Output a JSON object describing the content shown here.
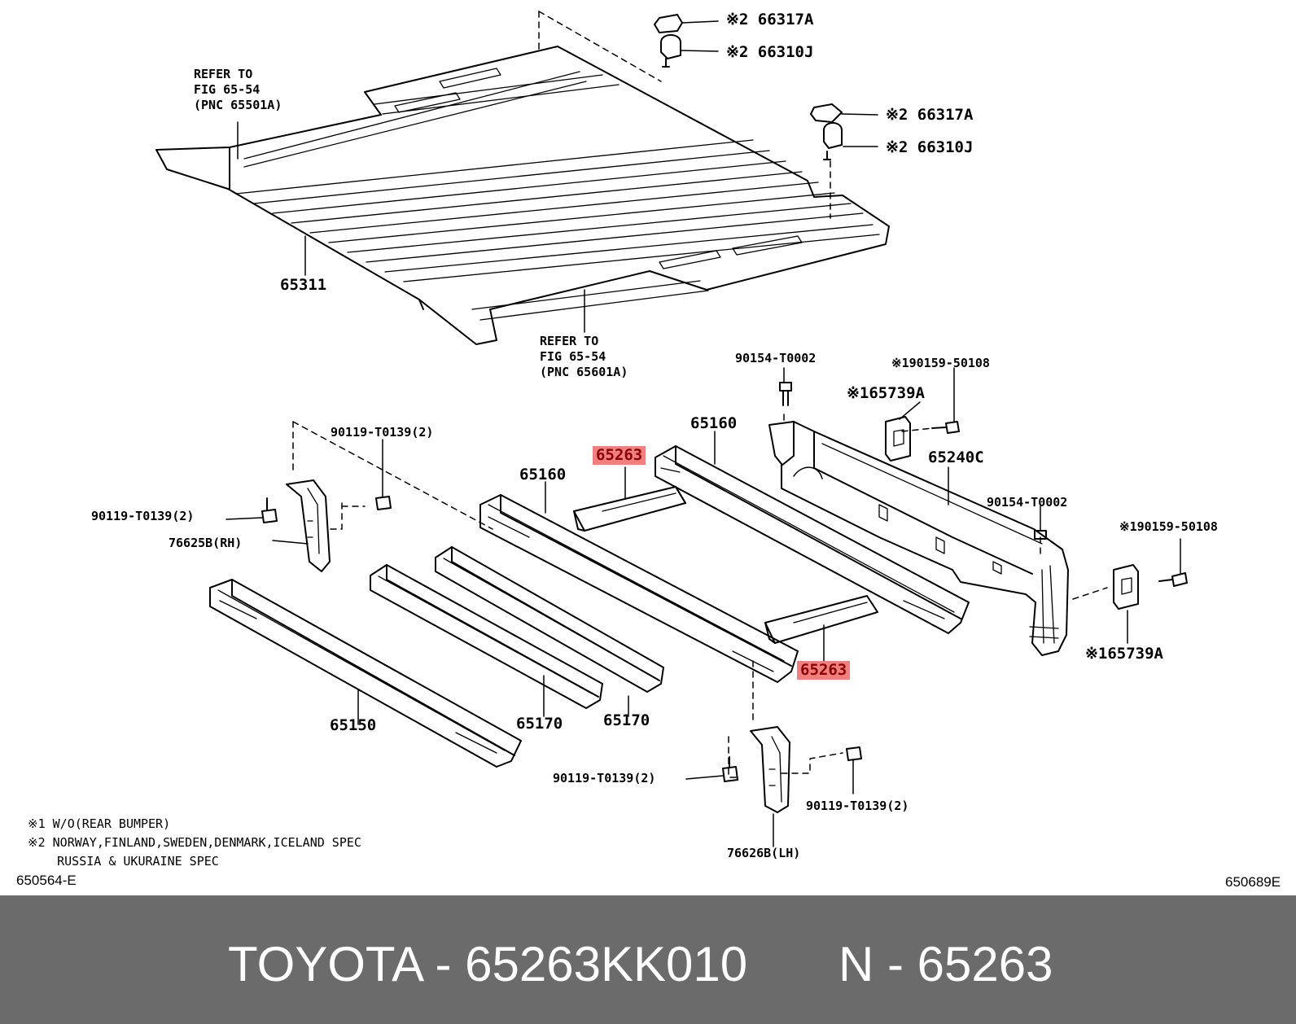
{
  "labels": {
    "p66317A_top": "※2 66317A",
    "p66310J_top": "※2 66310J",
    "p66317A_mid": "※2 66317A",
    "p66310J_mid": "※2 66310J",
    "p65311": "65311",
    "refer_top": "REFER TO\nFIG 65-54\n(PNC 65501A)",
    "refer_bottom": "REFER TO\nFIG 65-54\n(PNC 65601A)",
    "p90154_top": "90154-T0002",
    "p190159_top": "※190159-50108",
    "p165739A_top": "※165739A",
    "p65160_right": "65160",
    "p65240C": "65240C",
    "p90154_mid": "90154-T0002",
    "p190159_right": "※190159-50108",
    "p165739A_bottom": "※165739A",
    "p65263_top": "65263",
    "p65263_bottom": "65263",
    "p65160_left": "65160",
    "p90119_top": "90119-T0139(2)",
    "p90119_left": "90119-T0139(2)",
    "p76625B": "76625B(RH)",
    "p65150": "65150",
    "p65170_a": "65170",
    "p65170_b": "65170",
    "p90119_bottom_left": "90119-T0139(2)",
    "p90119_bottom_right": "90119-T0139(2)",
    "p76626B": "76626B(LH)"
  },
  "notes": {
    "note1": "※1 W/O(REAR BUMPER)",
    "note2": "※2 NORWAY,FINLAND,SWEDEN,DENMARK,ICELAND SPEC",
    "note3": "    RUSSIA & UKURAINE SPEC"
  },
  "codes": {
    "left": "650564-E",
    "right": "650689E"
  },
  "footer": {
    "part": "TOYOTA - 65263KK010",
    "pnc": "N - 65263"
  },
  "colors": {
    "highlight": "#f08080",
    "footer_bg": "#6b6b6b",
    "footer_text": "#ffffff"
  }
}
